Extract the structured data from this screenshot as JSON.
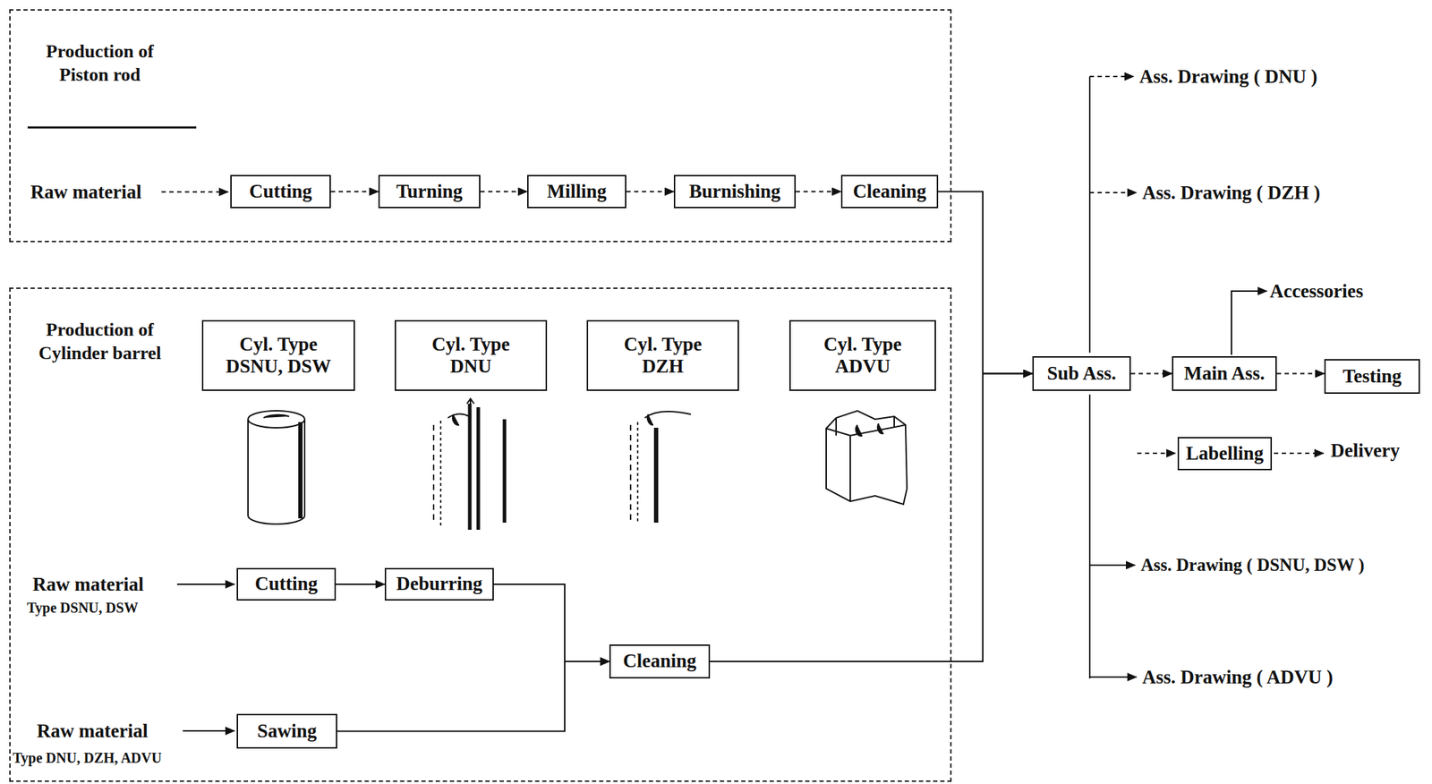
{
  "diagram": {
    "nodes": [
      {
        "text": [
          "Production of Piston rod"
        ]
      },
      {
        "text": [
          "Cutting"
        ],
        "in": 0
      },
      {
        "text": [
          "Turning"
        ],
        "in": 0
      },
      {
        "text": [
          "Milling"
        ],
        "in": 0
      },
      {
        "text": [
          "Burnishing"
        ],
        "in": 0
      },
      {
        "text": [
          "Cleaning"
        ],
        "in": 0
      },
      {
        "text": [
          "Production of Cylinder barrel"
        ]
      },
      {
        "text": [
          "Cyl. Type DSNU, DSW"
        ],
        "in": 6
      },
      {
        "text": [
          "Cyl. Type DNU"
        ],
        "in": 6
      },
      {
        "text": [
          "Cyl. Type DZH"
        ],
        "in": 6
      },
      {
        "text": [
          "Cyl. Type ADVU"
        ],
        "in": 6
      },
      {
        "text": [
          "Cutting"
        ],
        "in": 6
      },
      {
        "text": [
          "Deburring"
        ],
        "in": 6
      },
      {
        "text": [
          "Sawing"
        ],
        "in": 6
      },
      {
        "text": [
          "Cleaning"
        ],
        "in": 6
      },
      {
        "text": [
          "Sub Ass."
        ]
      },
      {
        "text": [
          "Main Ass."
        ]
      },
      {
        "text": [
          "Testing"
        ]
      },
      {
        "text": [
          "Labelling"
        ]
      }
    ],
    "edges": [
      {
        "from": 1,
        "to": 2,
        "arrow": "to"
      },
      {
        "from": 2,
        "to": 3,
        "arrow": "to"
      },
      {
        "from": 3,
        "to": 4,
        "arrow": "to"
      },
      {
        "from": 4,
        "to": 5,
        "arrow": "to"
      },
      {
        "from": 5,
        "to": 15,
        "arrow": "to"
      },
      {
        "from": 11,
        "to": 12,
        "arrow": "to"
      },
      {
        "from": 12,
        "to": 14,
        "arrow": "to"
      },
      {
        "from": 13,
        "to": 14,
        "arrow": "to"
      },
      {
        "from": 14,
        "to": 15,
        "arrow": "to"
      },
      {
        "from": 15,
        "to": 16,
        "arrow": "to"
      },
      {
        "from": 16,
        "to": 17,
        "arrow": "to"
      }
    ],
    "labels": [
      "Raw material",
      "Raw material",
      "Type DSNU, DSW",
      "Raw material",
      "Type DNU, DZH, ADVU",
      "Ass. Drawing ( DNU )",
      "Ass. Drawing ( DZH )",
      "Accessories",
      "Delivery",
      "Ass. Drawing ( DSNU, DSW )",
      "Ass. Drawing ( ADVU )"
    ]
  }
}
